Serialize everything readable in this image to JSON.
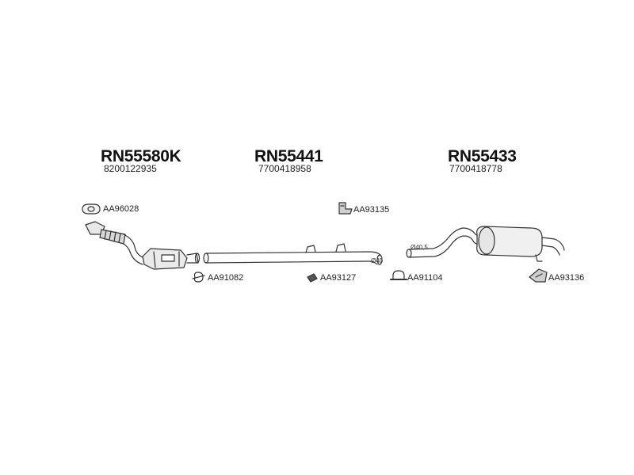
{
  "groups": [
    {
      "part": "RN55580K",
      "oem": "8200122935"
    },
    {
      "part": "RN55441",
      "oem": "7700418958"
    },
    {
      "part": "RN55433",
      "oem": "7700418778"
    }
  ],
  "accessories": [
    {
      "code": "AA96028",
      "icon": "gasket-icon"
    },
    {
      "code": "AA91082",
      "icon": "clamp-icon"
    },
    {
      "code": "AA93135",
      "icon": "bracket-icon"
    },
    {
      "code": "AA93127",
      "icon": "rubber-mount-icon"
    },
    {
      "code": "AA91104",
      "icon": "u-clamp-icon"
    },
    {
      "code": "AA93136",
      "icon": "hanger-bracket-icon"
    }
  ],
  "dimensions": {
    "pipe_diameter": "Ø40",
    "muffler_inlet_diameter": "Ø40,5"
  }
}
